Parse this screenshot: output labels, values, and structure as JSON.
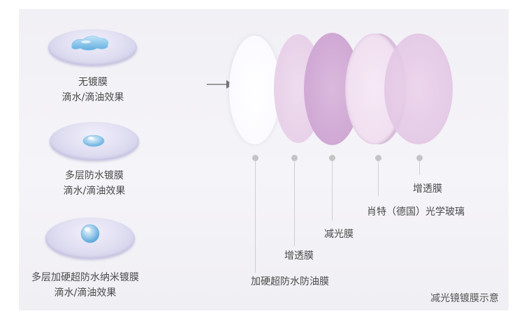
{
  "samples": [
    {
      "title": "无镀膜",
      "subtitle": "滴水/滴油效果"
    },
    {
      "title": "多层防水镀膜",
      "subtitle": "滴水/滴油效果"
    },
    {
      "title": "多层加硬超防水纳米镀膜",
      "subtitle": "滴水/滴油效果"
    }
  ],
  "layers": [
    {
      "label": "加硬超防水防油膜"
    },
    {
      "label": "增透膜"
    },
    {
      "label": "减光膜"
    },
    {
      "label": "肖特（德国）光学玻璃"
    },
    {
      "label": "增透膜"
    }
  ],
  "footer": "减光镜镀膜示意"
}
